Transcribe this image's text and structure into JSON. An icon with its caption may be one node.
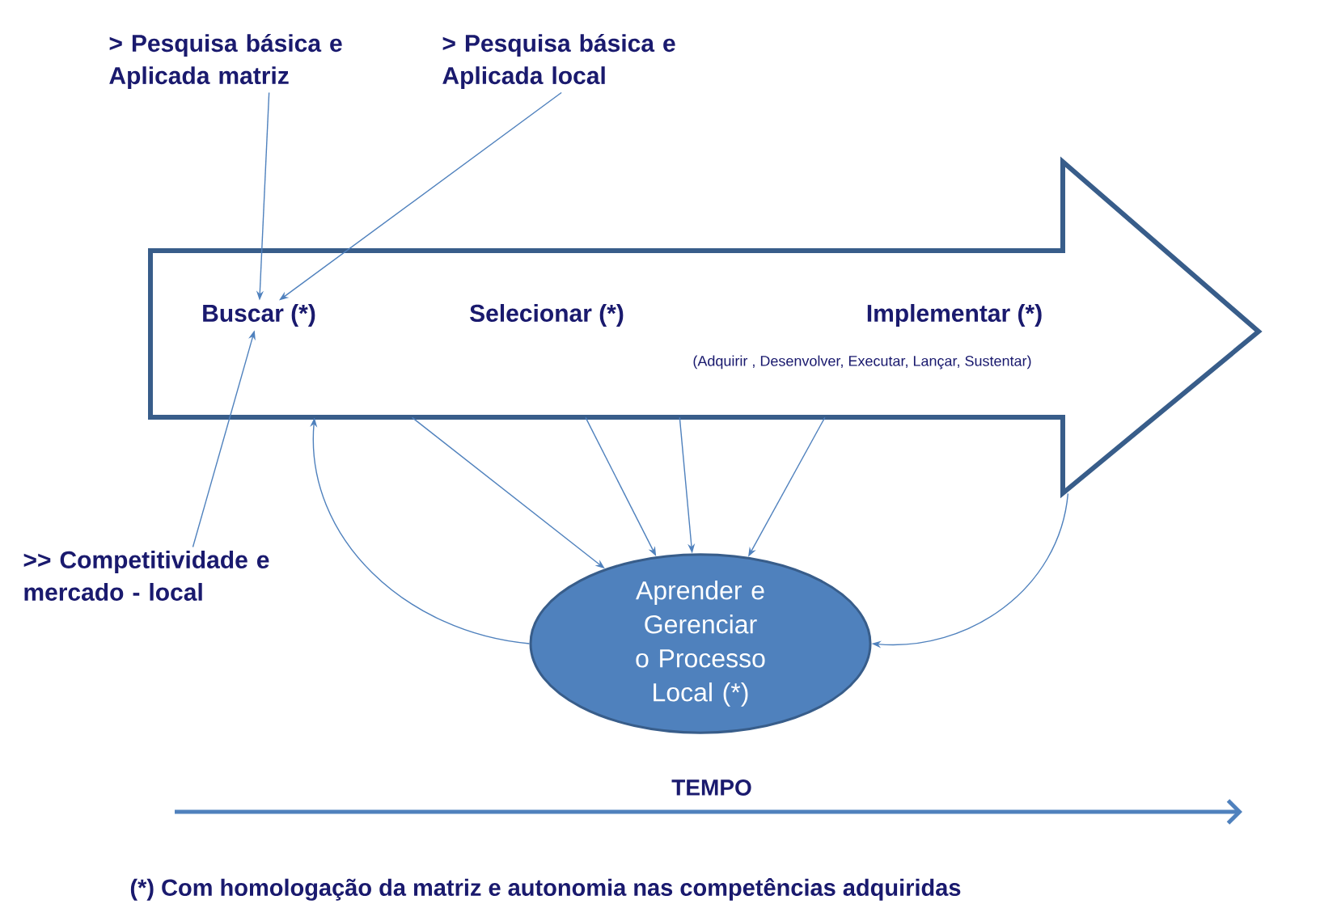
{
  "diagram": {
    "nodes": [
      {
        "text": [],
        "shape": "arrow"
      },
      {
        "text": [
          "Buscar  (*)"
        ],
        "in": 0
      },
      {
        "text": [
          "Selecionar (*)"
        ],
        "in": 0
      },
      {
        "text": [
          "Implementar (*)"
        ],
        "in": 0,
        "beside": [
          "(Adquirir  , Desenvolver, Executar, Lançar, Sustentar)"
        ]
      },
      {
        "text": [
          "> Pesquisa básica e Aplicada matriz"
        ]
      },
      {
        "text": [
          "> Pesquisa básica e Aplicada local"
        ]
      },
      {
        "text": [
          ">> Competitividade e mercado - local"
        ]
      },
      {
        "text": [
          "Aprender e Gerenciar o Processo Local (*)"
        ]
      }
    ],
    "edges": [
      {
        "from": 4,
        "to": 1,
        "arrow": "to"
      },
      {
        "from": 5,
        "to": 1,
        "arrow": "to"
      },
      {
        "from": 6,
        "to": 1,
        "arrow": "to"
      },
      {
        "from": 0,
        "to": 7,
        "arrow": "to"
      },
      {
        "from": 0,
        "to": 7,
        "arrow": "to"
      },
      {
        "from": 0,
        "to": 7,
        "arrow": "to"
      },
      {
        "from": 0,
        "to": 7,
        "arrow": "to"
      },
      {
        "from": 7,
        "to": 0,
        "arrow": "to"
      },
      {
        "from": 0,
        "to": 7,
        "arrow": "to"
      }
    ],
    "labels": [
      "TEMPO",
      "(*) Com homologação da matriz e autonomia nas competências adquiridas"
    ]
  }
}
